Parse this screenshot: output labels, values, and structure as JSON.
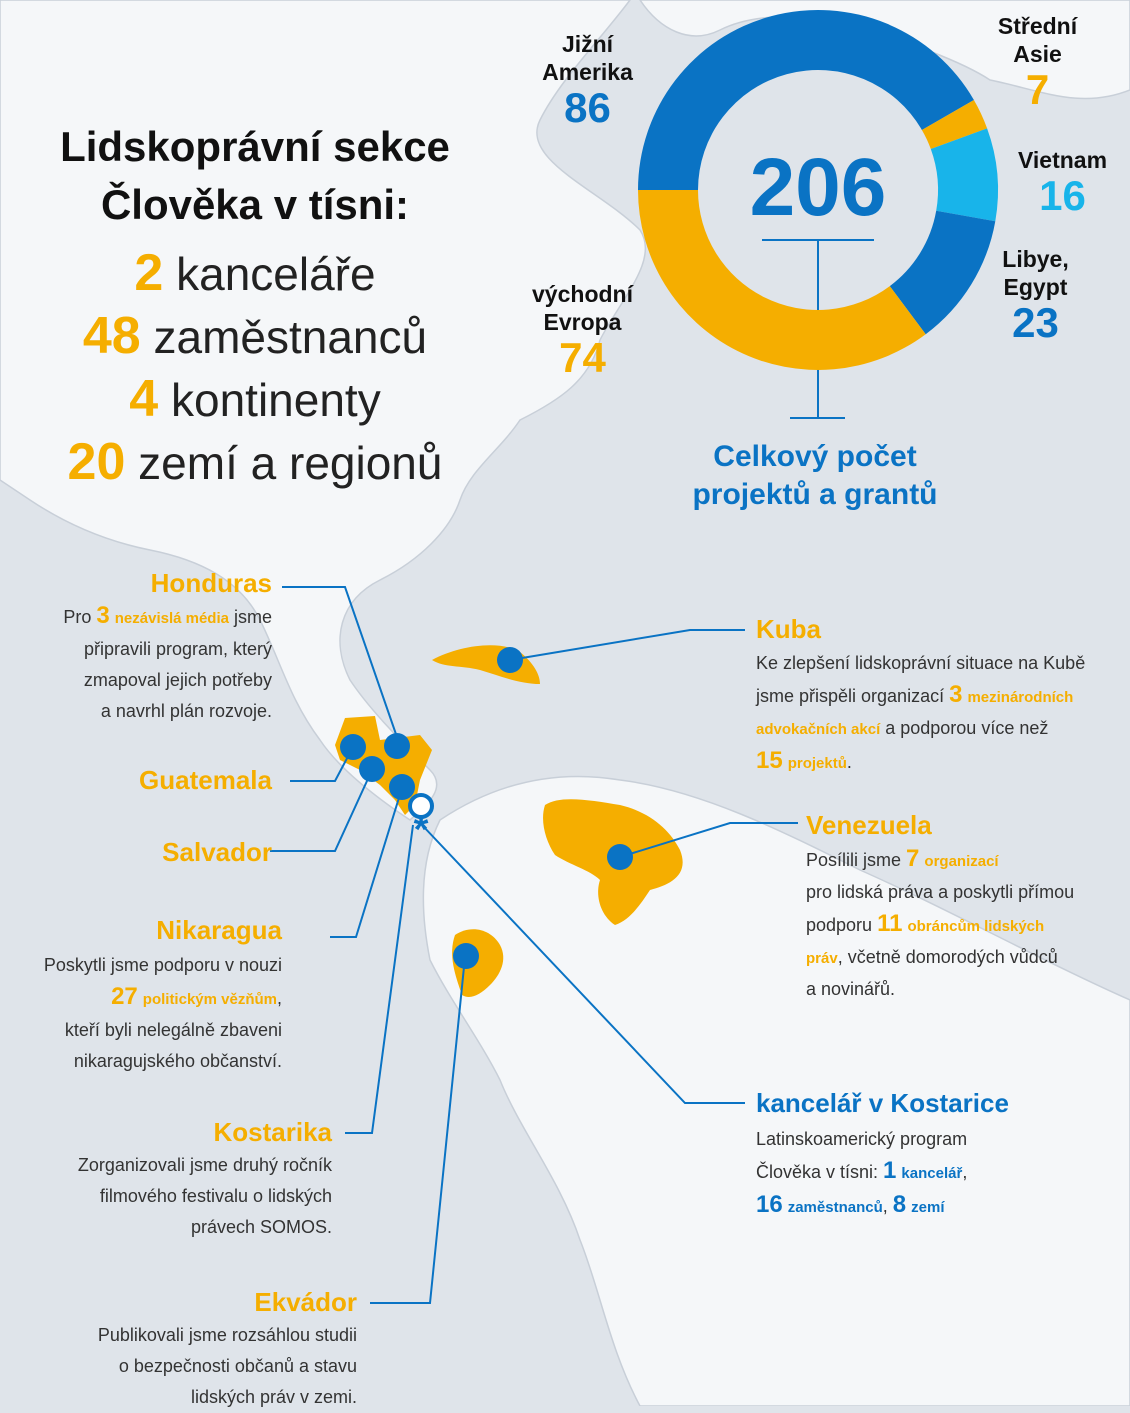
{
  "header": {
    "line1": "Lidskoprávní sekce",
    "line2": "Člověka v tísni:"
  },
  "stats": [
    {
      "num": "2",
      "text": " kanceláře"
    },
    {
      "num": "48",
      "text": " zaměstnanců"
    },
    {
      "num": "4",
      "text": " kontinenty"
    },
    {
      "num": "20",
      "text": " zemí a regionů"
    }
  ],
  "donut": {
    "total": "206",
    "total_label_1": "Celkový počet",
    "total_label_2": "projektů a grantů",
    "regions": [
      {
        "name_1": "Jižní",
        "name_2": "Amerika",
        "value": "86"
      },
      {
        "name_1": "Střední",
        "name_2": "Asie",
        "value": "7"
      },
      {
        "name_1": "Vietnam",
        "name_2": "",
        "value": "16"
      },
      {
        "name_1": "Libye,",
        "name_2": "Egypt",
        "value": "23"
      },
      {
        "name_1": "východní",
        "name_2": "Evropa",
        "value": "74"
      }
    ],
    "colors": {
      "blue": "#0a73c4",
      "yellow": "#f5ae00",
      "light_blue": "#18b4ea"
    }
  },
  "countries": {
    "honduras": {
      "name": "Honduras",
      "t1": "Pro ",
      "n1": "3",
      "h1": "nezávislá média",
      "t2": " jsme",
      "l2": "připravili program, který",
      "l3": "zmapoval jejich potřeby",
      "l4": "a navrhl plán rozvoje."
    },
    "guatemala": {
      "name": "Guatemala"
    },
    "salvador": {
      "name": "Salvador"
    },
    "nikaragua": {
      "name": "Nikaragua",
      "l1": "Poskytli jsme podporu v nouzi",
      "n1": "27",
      "h1": "politickým vězňům",
      "t1": ",",
      "l3": "kteří byli nelegálně zbaveni",
      "l4": "nikaragujského občanství."
    },
    "kostarika": {
      "name": "Kostarika",
      "l1": "Zorganizovali jsme druhý ročník",
      "l2": "filmového festivalu o lidských",
      "l3": "právech SOMOS."
    },
    "ekvador": {
      "name": "Ekvádor",
      "l1": "Publikovali jsme rozsáhlou studii",
      "l2": "o bezpečnosti občanů a stavu",
      "l3": "lidských práv v zemi."
    },
    "kuba": {
      "name": "Kuba",
      "l1": "Ke zlepšení lidskoprávní situace na Kubě",
      "t2": "jsme přispěli organizací ",
      "n2": "3",
      "h2": "mezinárodních",
      "h3": "advokačních akcí",
      "t3": " a podporou více než",
      "n4": "15",
      "h4": "projektů",
      "t4": "."
    },
    "venezuela": {
      "name": "Venezuela",
      "t1": "Posílili jsme ",
      "n1": "7",
      "h1": "organizací",
      "l2": "pro lidská práva a poskytli přímou",
      "t3": "podporu ",
      "n3": "11",
      "h3": "obráncům lidských",
      "h4": "práv",
      "t4": ", včetně domorodých vůdců",
      "l5": "a novinářů."
    },
    "kostarika_office": {
      "name": "kancelář v Kostarice",
      "l1": "Latinskoamerický program",
      "t2": "Člověka v tísni: ",
      "n2": "1",
      "h2": "kancelář",
      "t2b": ",",
      "n3": "16",
      "h3": "zaměstnanců",
      "t3": ", ",
      "n3b": "8",
      "h3b": "zemí"
    }
  }
}
